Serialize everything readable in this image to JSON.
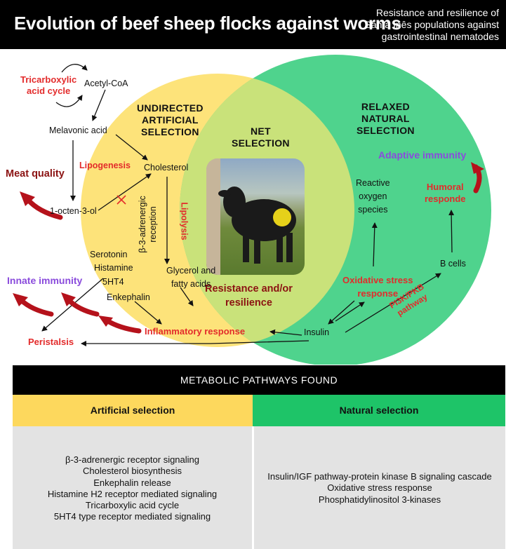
{
  "header": {
    "title": "Evolution of beef sheep flocks against worms",
    "subtitle_lines": [
      "Resistance and resilience of",
      "Santa Inês populations against",
      "gastrointestinal nematodes"
    ]
  },
  "venn": {
    "left_label_lines": [
      "UNDIRECTED",
      "ARTIFICIAL",
      "SELECTION"
    ],
    "right_label_lines": [
      "RELAXED",
      "NATURAL",
      "SELECTION"
    ],
    "center_label_lines": [
      "NET",
      "SELECTION"
    ],
    "center_result_lines": [
      "Resistance and/or",
      "resilience"
    ]
  },
  "nodes": {
    "tca": [
      "Tricarboxylic",
      "acid cycle"
    ],
    "acetyl": "Acetyl-CoA",
    "melavonic": "Melavonic acid",
    "meat_quality": "Meat quality",
    "lipogenesis": "Lipogenesis",
    "cholesterol": "Cholesterol",
    "octen": "1-octen-3-ol",
    "beta3": [
      "β-3-adrenergic",
      "reception"
    ],
    "lipolysis": "Lipolysis",
    "serotonin": "Serotonin",
    "histamine": "Histamine",
    "ht4": "5HT4",
    "enkephalin": "Enkephalin",
    "glycerol": [
      "Glycerol and",
      "fatty acids"
    ],
    "innate": "Innate immunity",
    "peristalsis": "Peristalsis",
    "inflammatory": "Inflammatory response",
    "adaptive": "Adaptive immunity",
    "ros": [
      "Reactive",
      "oxygen",
      "species"
    ],
    "humoral": [
      "Humoral",
      "responde"
    ],
    "bcells": "B cells",
    "oxidative": [
      "Oxidative stress",
      "response"
    ],
    "pi3k": [
      "PI3K/PKB",
      "pathway"
    ],
    "insulin": "Insulin"
  },
  "table": {
    "title": "METABOLIC PATHWAYS FOUND",
    "columns": [
      {
        "header": "Artificial selection",
        "color": "#fdd85d",
        "items": [
          "β-3-adrenergic receptor signaling",
          "Cholesterol biosynthesis",
          "Enkephalin release",
          "Histamine H2 receptor mediated signaling",
          "Tricarboxylic acid cycle",
          "5HT4 type receptor mediated signaling"
        ]
      },
      {
        "header": "Natural selection",
        "color": "#1ec468",
        "items": [
          "Insulin/IGF pathway-protein kinase B signaling cascade",
          "Oxidative stress response",
          "Phosphatidylinositol 3-kinases"
        ]
      }
    ]
  },
  "colors": {
    "artificial_circle": "#fde37a",
    "natural_circle": "#4fd38d",
    "overlap": "#c9e27a",
    "arrow_red": "#b5121b"
  }
}
